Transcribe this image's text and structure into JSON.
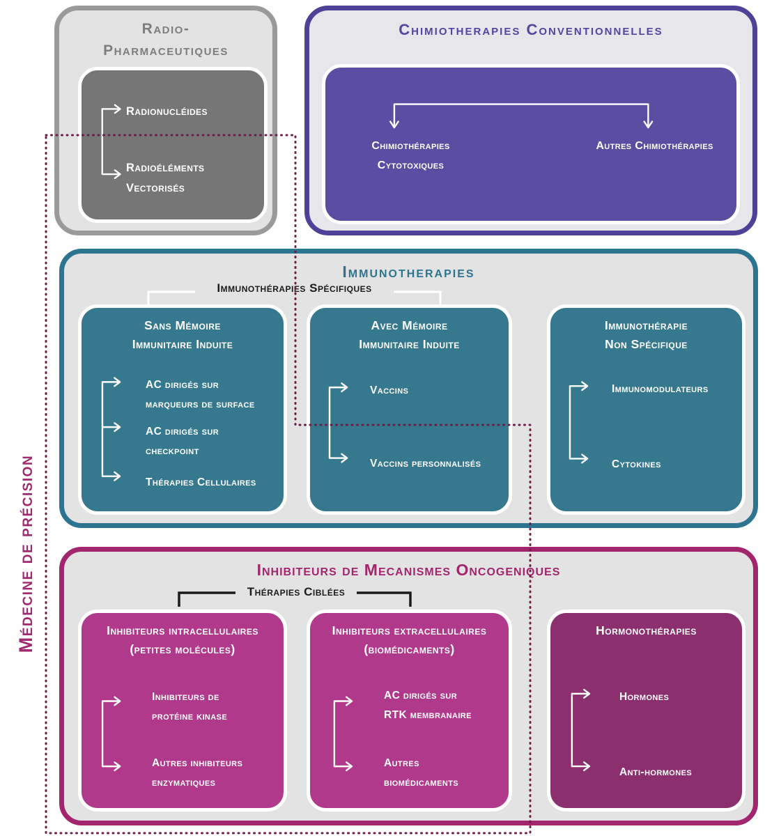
{
  "side_label": "Médecine de précision",
  "palette": {
    "gray": "#767676",
    "purple": "#5a4da2",
    "teal": "#36798e",
    "magenta_bright": "#b1398b",
    "magenta_dark": "#8c2f6f",
    "dotted_outline": "#6b1d46",
    "section_background": "#e4e3e3"
  },
  "radio": {
    "title": "Radio-\nPharmaceutiques",
    "items": [
      "Radionucléides",
      "Radioéléments\nVectorisés"
    ]
  },
  "chemo": {
    "title": "Chimiotherapies Conventionnelles",
    "items": [
      "Chimiothérapies\nCytotoxiques",
      "Autres Chimiothérapies"
    ]
  },
  "immuno": {
    "title": "Immunotherapies",
    "group_label": "Immunothérapies Spécifiques",
    "boxes": [
      {
        "title": "Sans Mémoire\nImmunitaire Induite",
        "items": [
          "AC dirigés sur\nmarqueurs de surface",
          "AC dirigés sur\ncheckpoint",
          "Thérapies Cellulaires"
        ]
      },
      {
        "title": "Avec Mémoire\nImmunitaire Induite",
        "items": [
          "Vaccins",
          "Vaccins personnalisés"
        ]
      },
      {
        "title": "Immunothérapie\nNon Spécifique",
        "items": [
          "Immunomodulateurs",
          "Cytokines"
        ]
      }
    ]
  },
  "onco": {
    "title": "Inhibiteurs de Mecanismes Oncogeniques",
    "group_label": "Thérapies Ciblées",
    "boxes": [
      {
        "title": "Inhibiteurs intracellulaires\n(petites molécules)",
        "items": [
          "Inhibiteurs de\nprotéine kinase",
          "Autres inhibiteurs\nenzymatiques"
        ]
      },
      {
        "title": "Inhibiteurs extracellulaires\n(biomédicaments)",
        "items": [
          "AC dirigés sur\nRTK membranaire",
          "Autres\nbiomédicaments"
        ]
      },
      {
        "title": "Hormonothérapies",
        "items": [
          "Hormones",
          "Anti-hormones"
        ]
      }
    ]
  }
}
